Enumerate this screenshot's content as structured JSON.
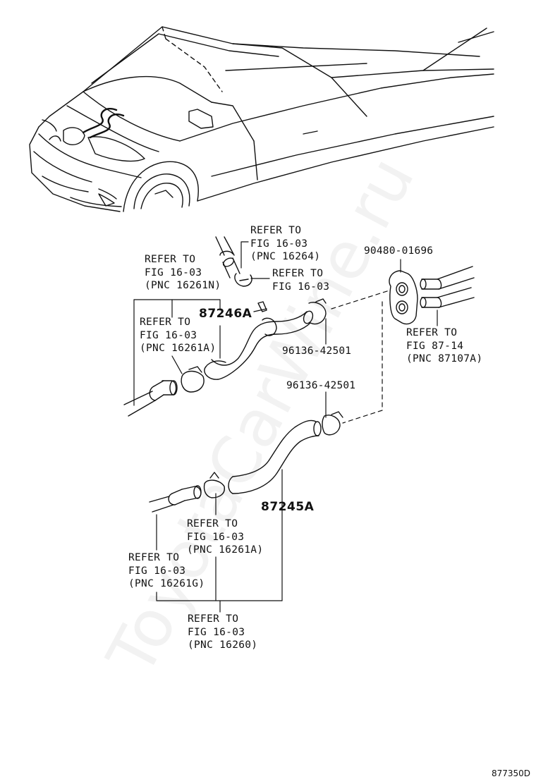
{
  "watermark": "ToyotaCarWine.ru",
  "figure_code": "877350D",
  "parts": {
    "hose_upper": "87246A",
    "hose_lower": "87245A",
    "clamp_upper": "96136-42501",
    "clamp_lower": "96136-42501",
    "grommet": "90480-01696"
  },
  "refs": {
    "r1": [
      "REFER TO",
      "FIG 16-03",
      "(PNC 16264)"
    ],
    "r2": [
      "REFER TO",
      "FIG 16-03",
      "(PNC 16261N)"
    ],
    "r3": [
      "REFER TO",
      "FIG 16-03"
    ],
    "r4": [
      "REFER TO",
      "FIG 16-03",
      "(PNC 16261A)"
    ],
    "r5": [
      "REFER TO",
      "FIG 87-14",
      "(PNC 87107A)"
    ],
    "r6": [
      "REFER TO",
      "FIG 16-03",
      "(PNC 16261A)"
    ],
    "r7": [
      "REFER TO",
      "FIG 16-03",
      "(PNC 16261G)"
    ],
    "r8": [
      "REFER TO",
      "FIG 16-03",
      "(PNC 16260)"
    ]
  }
}
